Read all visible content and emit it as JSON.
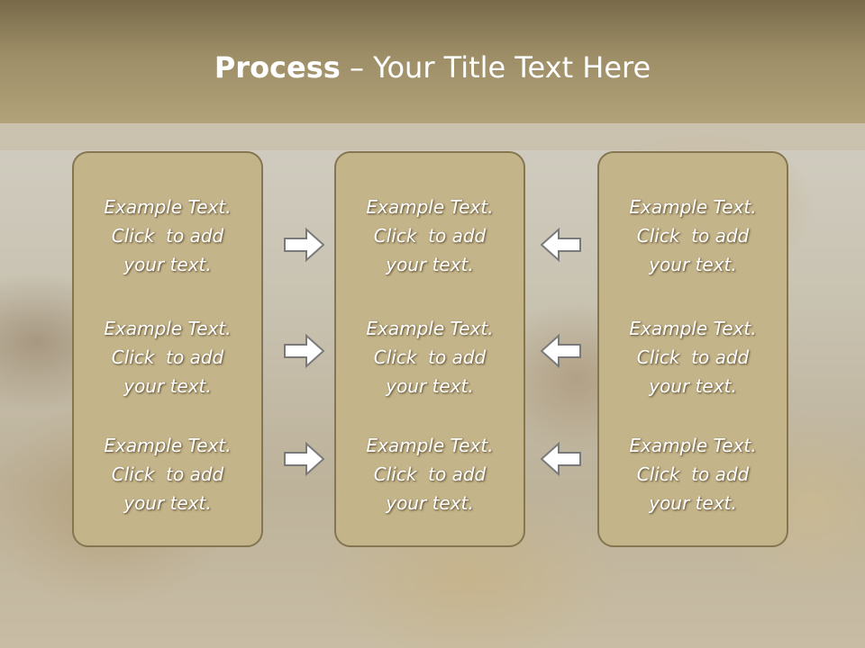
{
  "slide": {
    "title_bold": "Process",
    "title_rest": " – Your Title Text Here"
  },
  "columns": [
    {
      "items": [
        {
          "line1": "Example Text.",
          "line2": "Click  to add",
          "line3": "your text."
        },
        {
          "line1": "Example Text.",
          "line2": "Click  to add",
          "line3": "your text."
        },
        {
          "line1": "Example Text.",
          "line2": "Click  to add",
          "line3": "your text."
        }
      ]
    },
    {
      "items": [
        {
          "line1": "Example Text.",
          "line2": "Click  to add",
          "line3": "your text."
        },
        {
          "line1": "Example Text.",
          "line2": "Click  to add",
          "line3": "your text."
        },
        {
          "line1": "Example Text.",
          "line2": "Click  to add",
          "line3": "your text."
        }
      ]
    },
    {
      "items": [
        {
          "line1": "Example Text.",
          "line2": "Click  to add",
          "line3": "your text."
        },
        {
          "line1": "Example Text.",
          "line2": "Click  to add",
          "line3": "your text."
        },
        {
          "line1": "Example Text.",
          "line2": "Click  to add",
          "line3": "your text."
        }
      ]
    }
  ],
  "arrows": {
    "left_column": [
      "right-arrow-icon",
      "right-arrow-icon",
      "right-arrow-icon"
    ],
    "right_column": [
      "left-arrow-icon",
      "left-arrow-icon",
      "left-arrow-icon"
    ]
  },
  "colors": {
    "header": "#9e8e67",
    "panel": "#c4b48a",
    "panel_border": "#847650",
    "text": "#ffffff"
  }
}
